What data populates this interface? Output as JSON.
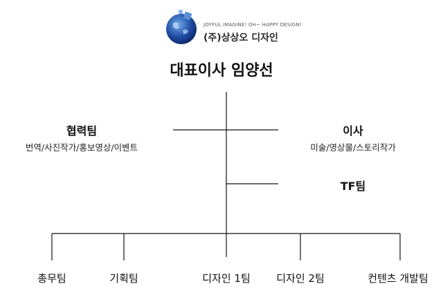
{
  "logo": {
    "tagline": "JOYFUL IMAGINE! OH~ HAPPY DESIGN!",
    "company": "(주)상상오 디자인"
  },
  "ceo": {
    "title": "대표이사 임양선"
  },
  "partner": {
    "title": "협력팀",
    "desc": "번역/사진작가/홍보영상/이벤트"
  },
  "director": {
    "title": "이사",
    "desc": "미술/영상물/스토리작가"
  },
  "tf": {
    "title": "TF팀"
  },
  "teams": [
    "총무팀",
    "기획팀",
    "디자인 1팀",
    "디자인 2팀",
    "컨텐츠 개발팀"
  ],
  "colors": {
    "line": "#111111",
    "logo_blue": "#1f3e8c"
  }
}
